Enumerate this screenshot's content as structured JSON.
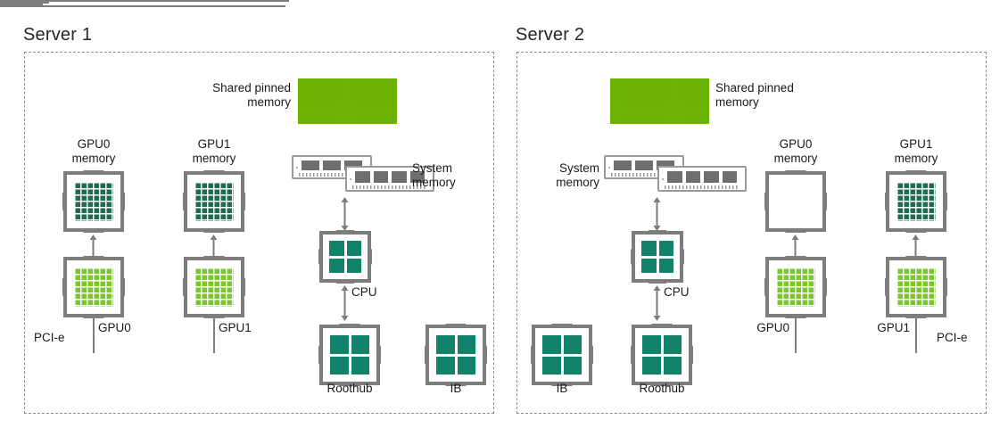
{
  "servers": [
    {
      "title": "Server 1",
      "labels": {
        "shared_pinned_memory": "Shared pinned\nmemory",
        "system_memory": "System\nmemory",
        "gpu0_memory": "GPU0\nmemory",
        "gpu1_memory": "GPU1\nmemory",
        "gpu0": "GPU0",
        "gpu1": "GPU1",
        "cpu": "CPU",
        "roothub": "Roothub",
        "ib": "IB",
        "pcie": "PCI-e"
      },
      "gpu0_memory_state": "filled",
      "gpu1_memory_state": "filled"
    },
    {
      "title": "Server 2",
      "labels": {
        "shared_pinned_memory": "Shared pinned\nmemory",
        "system_memory": "System\nmemory",
        "gpu0_memory": "GPU0\nmemory",
        "gpu1_memory": "GPU1\nmemory",
        "gpu0": "GPU0",
        "gpu1": "GPU1",
        "cpu": "CPU",
        "roothub": "Roothub",
        "ib": "IB",
        "pcie": "PCI-e"
      },
      "gpu0_memory_state": "empty",
      "gpu1_memory_state": "filled"
    }
  ],
  "colors": {
    "pinned_memory_green": "#6cb302",
    "gpu_memory_dark_green": "#1f6b50",
    "gpu_lime_green": "#7ac62e",
    "chip_quad_teal": "#10836a",
    "frame_gray": "#7d7d7d",
    "panel_dash_gray": "#8c8c8c",
    "text": "#1a1a1a"
  }
}
